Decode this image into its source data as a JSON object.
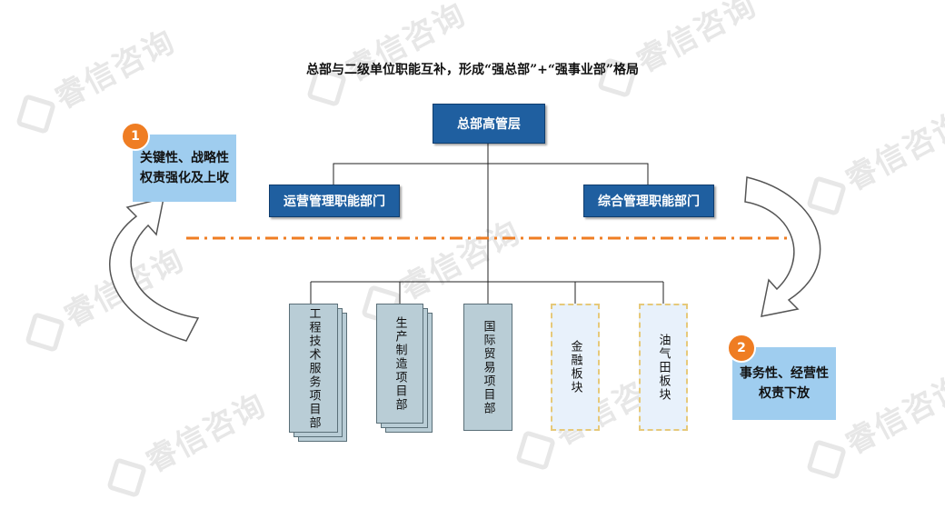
{
  "watermark": "睿信咨询",
  "title": "总部与二级单位职能互补，形成“强总部”+“强事业部”格局",
  "top_box": "总部高管层",
  "mid_boxes": {
    "left": "运营管理职能部门",
    "right": "综合管理职能部门"
  },
  "units": [
    {
      "label": "工程技术服务项目部",
      "style": "stacked"
    },
    {
      "label": "生产制造项目部",
      "style": "stacked"
    },
    {
      "label": "国际贸易项目部",
      "style": "solid"
    },
    {
      "label": "金融板块",
      "style": "dashed"
    },
    {
      "label": "油气田板块",
      "style": "dashed"
    }
  ],
  "note_left": {
    "badge": "1",
    "text": "关键性、战略性权责强化及上收"
  },
  "note_right": {
    "badge": "2",
    "text": "事务性、经营性权责下放"
  },
  "colors": {
    "dark_box": "#1f5fa0",
    "gray_box": "#b9cdd6",
    "dashed_border": "#e6c97a",
    "note_bg": "#9fcdef",
    "badge": "#ef7d23",
    "divider": "#ef7d23"
  }
}
